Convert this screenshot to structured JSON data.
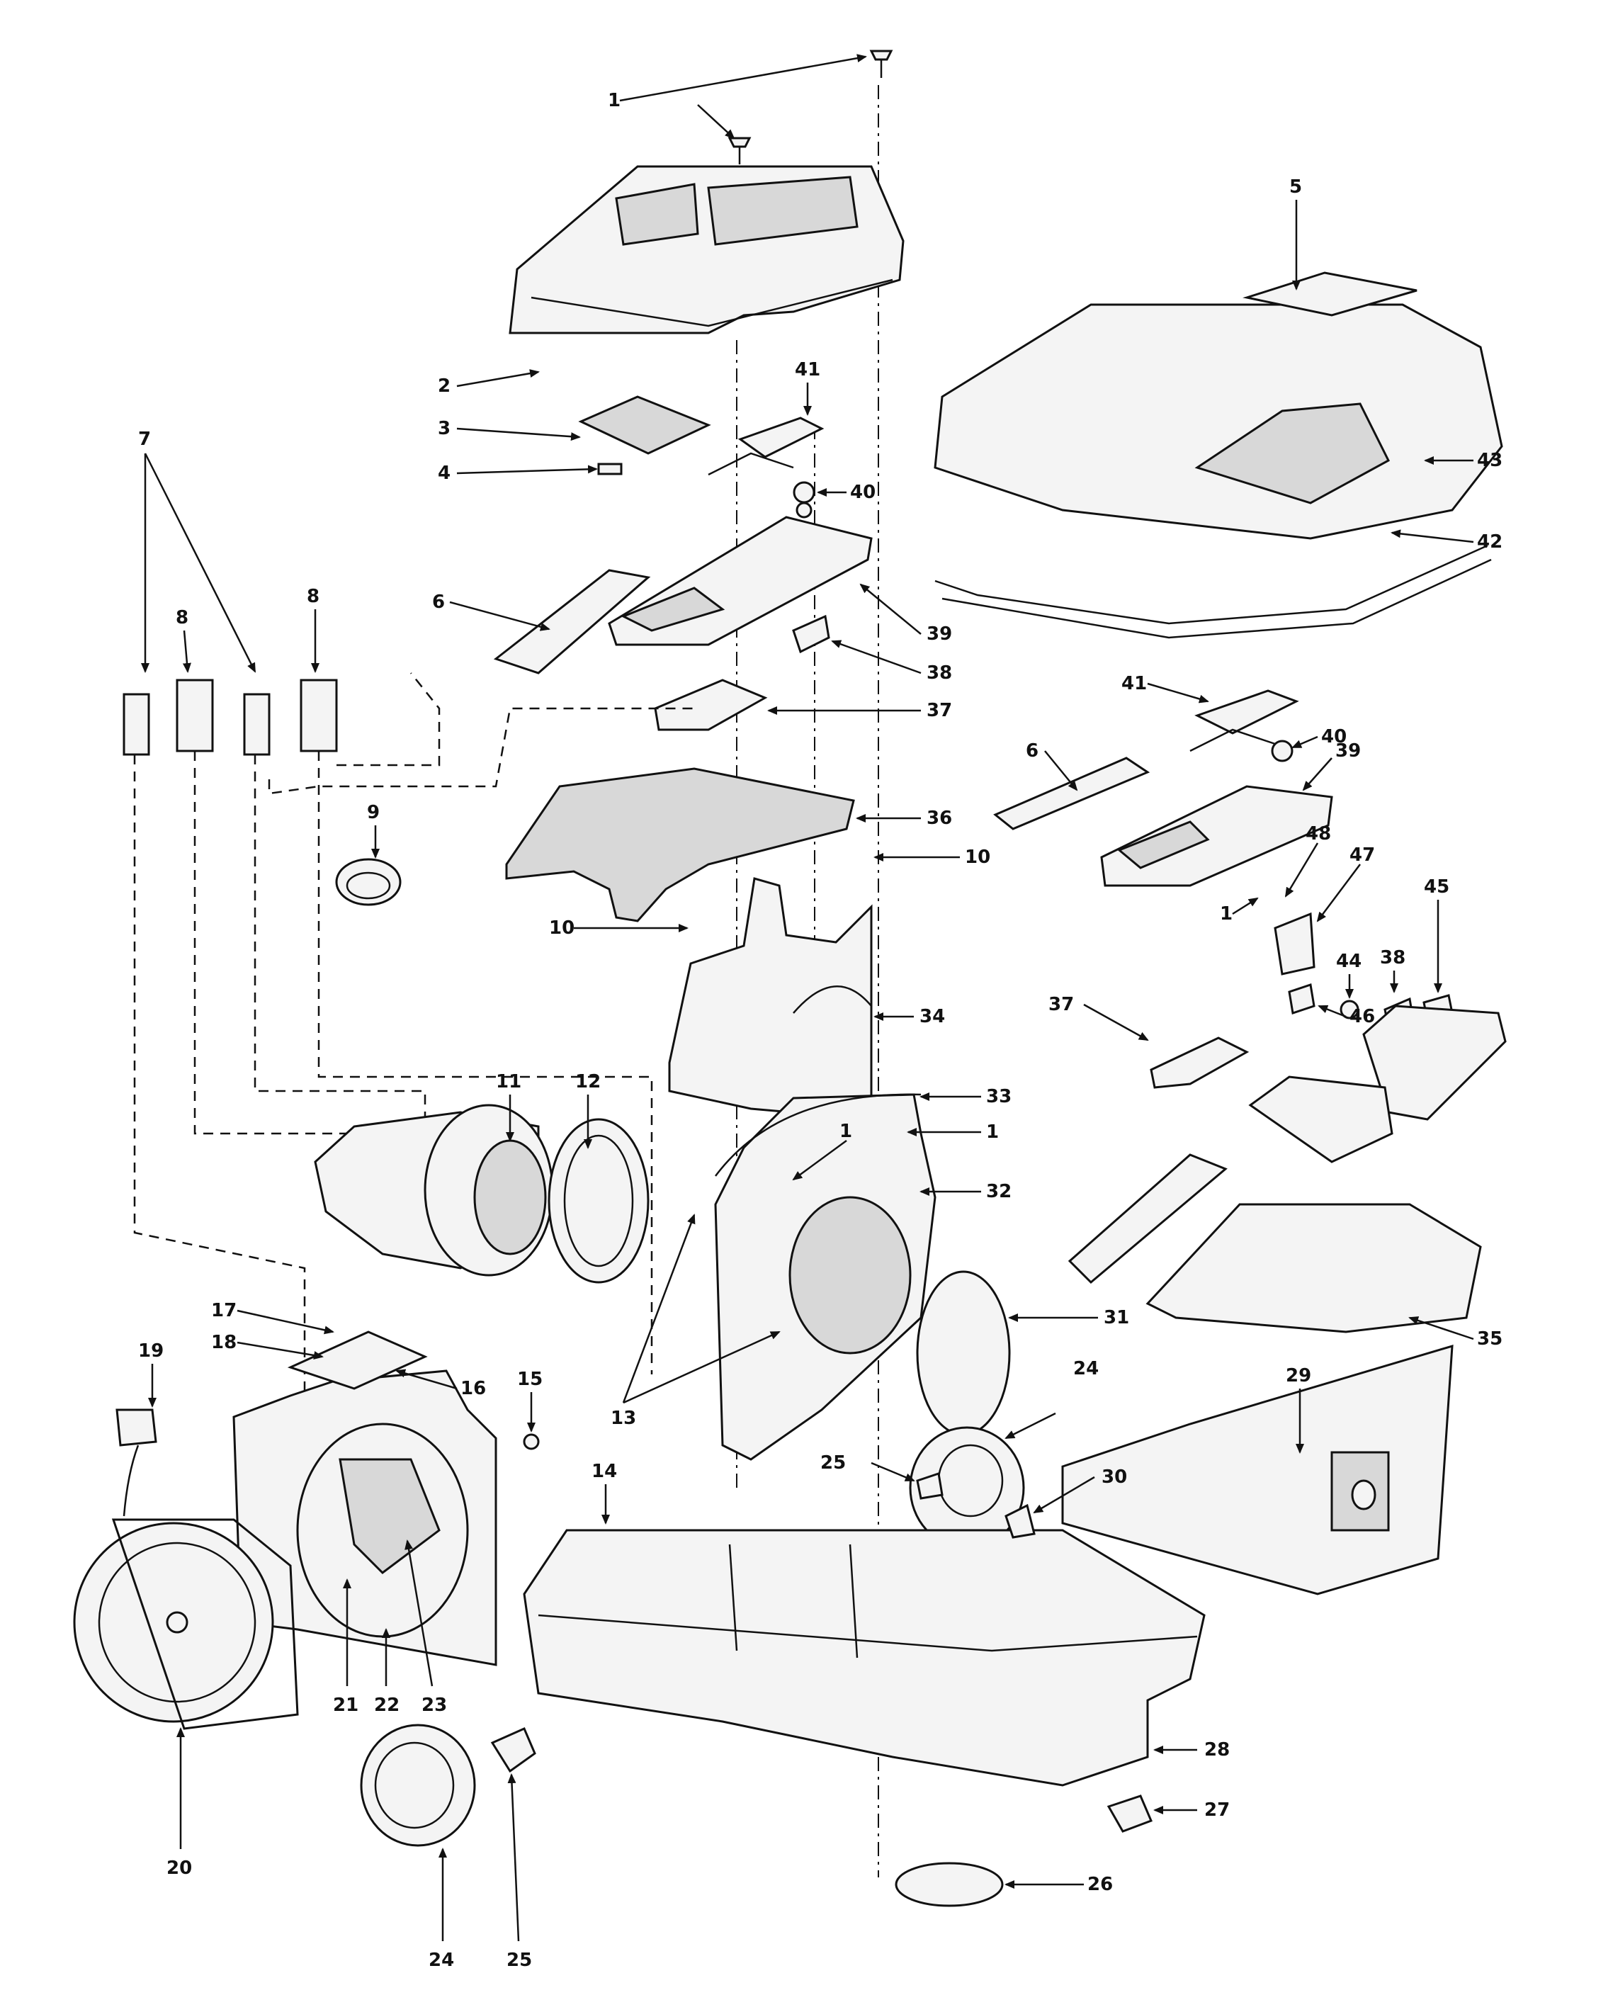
{
  "labels": {
    "p1a": "1",
    "p1b": "1",
    "p1c": "1",
    "p1d": "1",
    "p2": "2",
    "p3": "3",
    "p4": "4",
    "p5": "5",
    "p6a": "6",
    "p6b": "6",
    "p7": "7",
    "p8a": "8",
    "p8b": "8",
    "p9": "9",
    "p10a": "10",
    "p10b": "10",
    "p11": "11",
    "p12": "12",
    "p13": "13",
    "p14": "14",
    "p15": "15",
    "p16": "16",
    "p17": "17",
    "p18": "18",
    "p19": "19",
    "p20": "20",
    "p21": "21",
    "p22": "22",
    "p23": "23",
    "p24a": "24",
    "p24b": "24",
    "p25a": "25",
    "p25b": "25",
    "p26": "26",
    "p27": "27",
    "p28": "28",
    "p29": "29",
    "p30": "30",
    "p31": "31",
    "p32": "32",
    "p33": "33",
    "p34": "34",
    "p35": "35",
    "p36": "36",
    "p37a": "37",
    "p37b": "37",
    "p38a": "38",
    "p38b": "38",
    "p39a": "39",
    "p39b": "39",
    "p40a": "40",
    "p40b": "40",
    "p41a": "41",
    "p41b": "41",
    "p42": "42",
    "p43": "43",
    "p44": "44",
    "p45": "45",
    "p46": "46",
    "p47": "47",
    "p48": "48"
  }
}
